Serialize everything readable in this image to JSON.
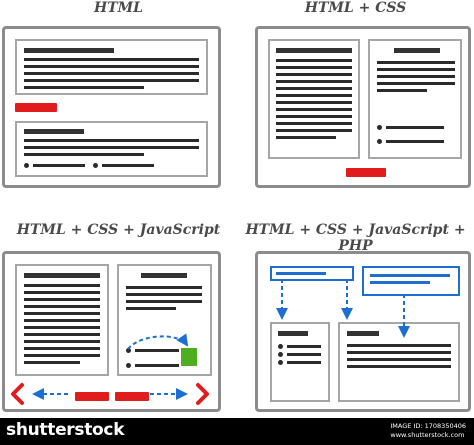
{
  "panels": [
    {
      "title": "HTML"
    },
    {
      "title": "HTML + CSS"
    },
    {
      "title": "HTML + CSS + JavaScript"
    },
    {
      "title": "HTML + CSS + JavaScript + PHP"
    }
  ],
  "colors": {
    "frame": "#8c8c8c",
    "box": "#a6a6a6",
    "text_bar": "#2b2b2b",
    "button": "#e11c1c",
    "arrow": "#1c6fd1",
    "green_box": "#4fae20",
    "php_box": "#1c6fd1",
    "footer_bg": "#000000"
  },
  "icons": {
    "left_arrow": "chevron-left-icon",
    "right_arrow": "chevron-right-icon"
  },
  "footer": {
    "brand": "shutterstock",
    "image_id_line": "IMAGE ID: 1708350406",
    "site": "www.shutterstock.com"
  }
}
